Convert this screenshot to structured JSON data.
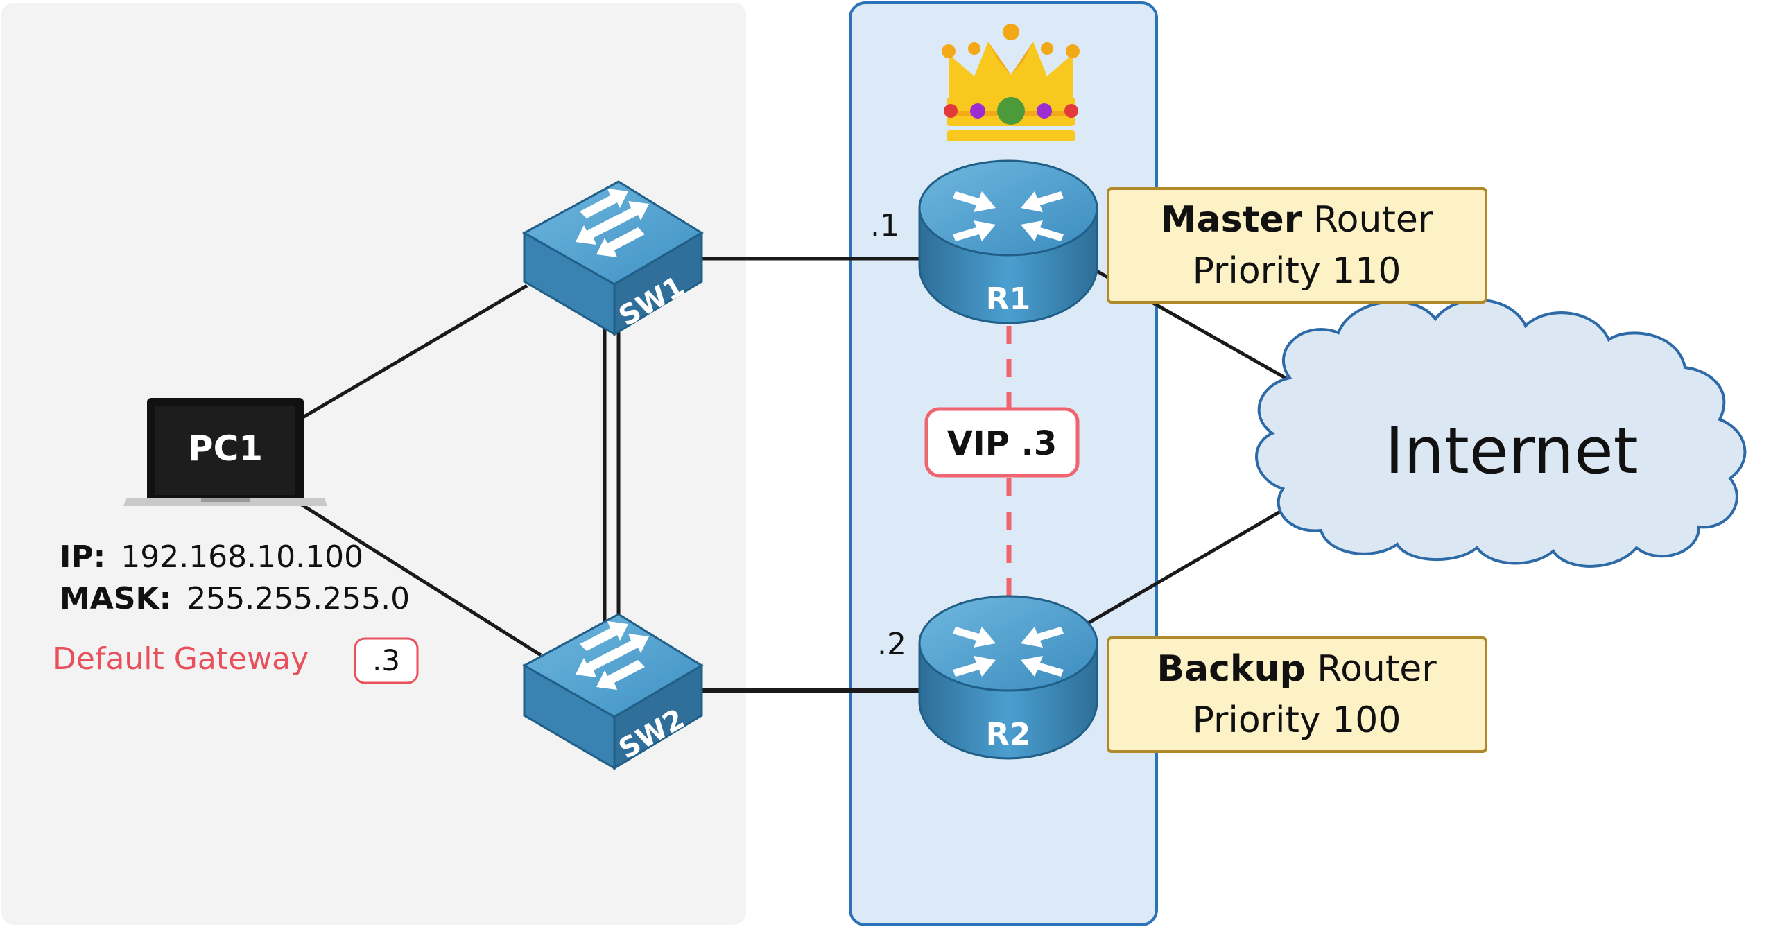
{
  "colors": {
    "lan_area_bg": "#f3f3f3",
    "router_area_bg": "#dce9f6",
    "router_area_border": "#2c72b8",
    "device_blue": "#4a9ccd",
    "device_blue_dark": "#2f6f99",
    "cloud_fill": "#dbe8f4",
    "cloud_stroke": "#2d6aa7",
    "label_box_fill": "#fdf1c6",
    "label_box_stroke": "#b08a2a",
    "vip_red": "#f06470",
    "gateway_red": "#e8505b",
    "line": "#1a1a1a"
  },
  "pc": {
    "name": "PC1",
    "ip_label": "IP:",
    "ip_value": "192.168.10.100",
    "mask_label": "MASK:",
    "mask_value": "255.255.255.0",
    "gateway_label": "Default Gateway",
    "gateway_value": ".3"
  },
  "switches": {
    "sw1": "SW1",
    "sw2": "SW2"
  },
  "routers": {
    "r1": {
      "name": "R1",
      "ip": ".1",
      "role_bold": "Master",
      "role_rest": " Router",
      "priority": "Priority 110"
    },
    "r2": {
      "name": "R2",
      "ip": ".2",
      "role_bold": "Backup",
      "role_rest": " Router",
      "priority": "Priority 100"
    }
  },
  "vip": {
    "label": "VIP .3"
  },
  "internet": {
    "label": "Internet"
  },
  "icons": {
    "crown": "crown-icon",
    "laptop": "laptop-icon",
    "switch": "switch-icon",
    "router": "router-icon",
    "cloud": "cloud-icon"
  }
}
